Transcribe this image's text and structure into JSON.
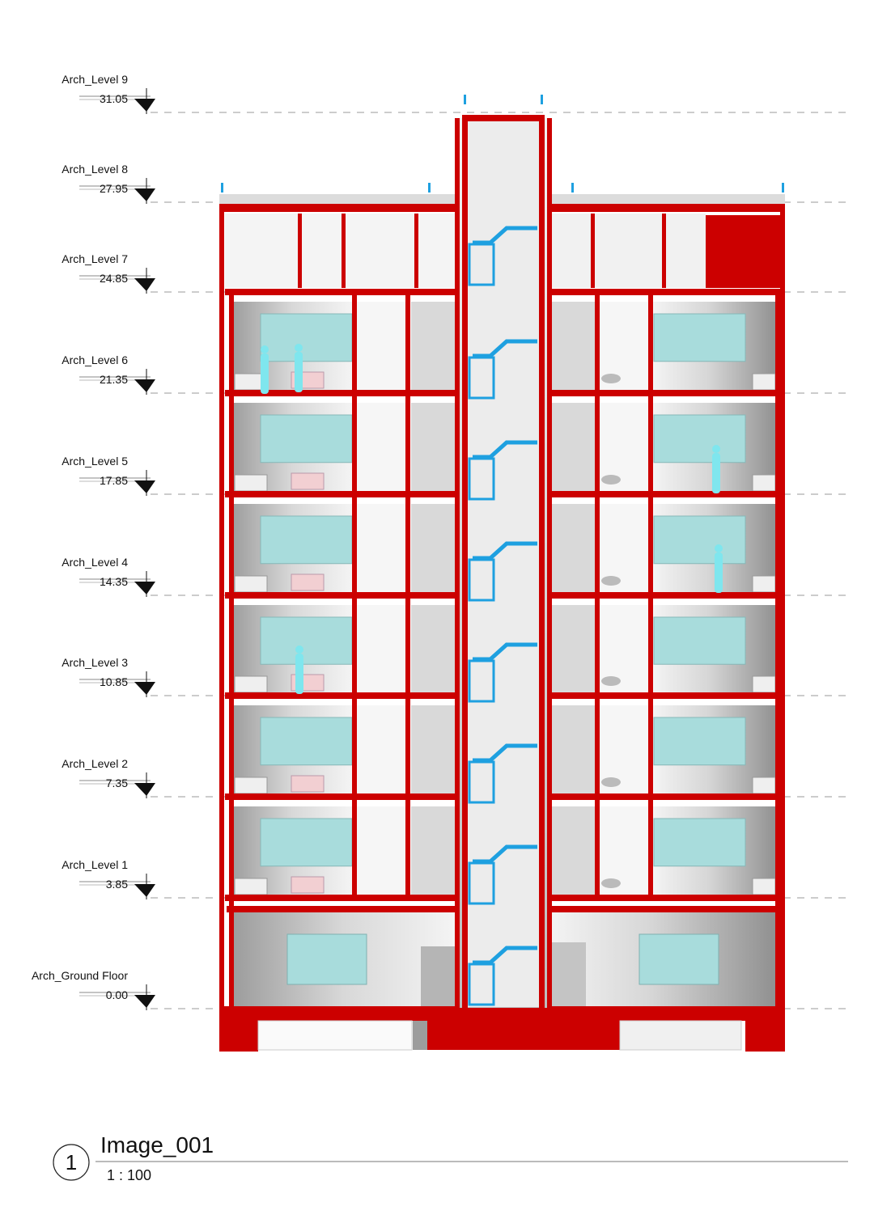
{
  "levels": [
    {
      "name": "Arch_Level 9",
      "elevation": "31.05"
    },
    {
      "name": "Arch_Level 8",
      "elevation": "27.95"
    },
    {
      "name": "Arch_Level 7",
      "elevation": "24.85"
    },
    {
      "name": "Arch_Level 6",
      "elevation": "21.35"
    },
    {
      "name": "Arch_Level 5",
      "elevation": "17.85"
    },
    {
      "name": "Arch_Level 4",
      "elevation": "14.35"
    },
    {
      "name": "Arch_Level 3",
      "elevation": "10.85"
    },
    {
      "name": "Arch_Level 2",
      "elevation": "7.35"
    },
    {
      "name": "Arch_Level 1",
      "elevation": "3.85"
    },
    {
      "name": "Arch_Ground Floor",
      "elevation": "0.00"
    }
  ],
  "title_block": {
    "view_number": "1",
    "view_name": "Image_001",
    "scale": "1 : 100"
  },
  "colors": {
    "structure": "#cc0000",
    "stair": "#1ea0e0",
    "glazing": "#a8dcdc",
    "figures": "#7fe6ee",
    "furniture_pink": "#f2cfd2",
    "interior_shade": "#8a8a8a"
  }
}
